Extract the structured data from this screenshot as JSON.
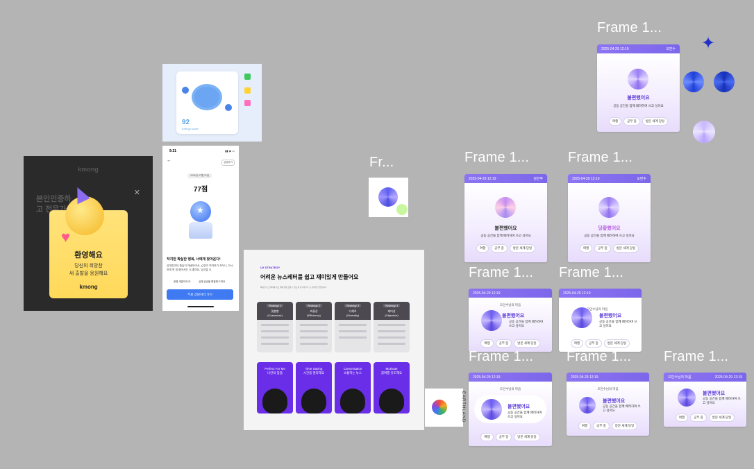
{
  "frames": {
    "top_right": {
      "title": "Frame 1...",
      "date": "2025-04-29  12:19",
      "user": "오민수",
      "mood": "불편했어요",
      "desc": "공동 공간을 함께 배려하며 쓰고 싶어요",
      "chips": [
        "여행",
        "공부 중",
        "방문 세계 당일"
      ]
    },
    "r2_left": {
      "title": "Frame 1...",
      "date": "2025-04-29  12:19",
      "user": "김민주",
      "mood": "불편했어요",
      "desc": "공동 공간을 함께 배려하며 쓰고 싶어요",
      "chips": [
        "여행",
        "공부 중",
        "방문 세계 당일"
      ]
    },
    "r2_right": {
      "title": "Frame 1...",
      "date": "2025-04-29  12:19",
      "user": "오민수",
      "mood": "당황했어요",
      "desc": "공동 공간을 함께 배려하며 쓰고 싶어요",
      "chips": [
        "여행",
        "공부 중",
        "방문 세계 당일"
      ]
    },
    "r3_left": {
      "title": "Frame 1...",
      "date": "2025-04-29  12:19",
      "subtitle": "오민수님의 마음",
      "mood": "불편했어요",
      "desc": "공동 공간을 함께 배려하며 쓰고 싶어요",
      "chips": [
        "여행",
        "공부 중",
        "방문 세계 당일"
      ]
    },
    "r3_right": {
      "title": "Frame 1...",
      "date": "2025-04-29  12:19",
      "subtitle": "오민수님의 마음",
      "mood": "불편했어요",
      "desc": "공동 공간을 함께 배려하며 쓰고 싶어요",
      "chips": [
        "여행",
        "공부 중",
        "방문 세계 당일"
      ]
    },
    "r4_a": {
      "title": "Frame 1...",
      "date": "2025-04-29  12:19",
      "subtitle": "오민수님의 마음",
      "mood": "불편했어요",
      "desc": "공동 공간을 함께 배려하며 쓰고 싶어요",
      "chips": [
        "여행",
        "공부 중",
        "방문 세계 당일"
      ]
    },
    "r4_b": {
      "title": "Frame 1...",
      "date": "2025-04-29  12:19",
      "subtitle": "오민수님의 마음",
      "mood": "불편했어요",
      "desc": "공동 공간을 함께 배려하며 쓰고 싶어요",
      "chips": [
        "여행",
        "공부 중",
        "방문 세계 당일"
      ]
    },
    "r4_c": {
      "title": "Frame 1...",
      "date": "2025-04-29  12:19",
      "user": "오민수님의 마음",
      "mood": "불편했어요",
      "desc": "공동 공간을 함께 배려하며 쓰고 싶어요",
      "chips": [
        "여행",
        "공부 중",
        "방문 세계 당일"
      ]
    },
    "small": {
      "title": "Fr..."
    }
  },
  "kmong": {
    "brand": "kmong",
    "bg_title": "본인인증하고 전문가를",
    "welcome": "환영해요",
    "line1": "당신의 희망찬",
    "line2": "새 출발을 응원해요",
    "logo": "kmong"
  },
  "energy": {
    "score": "92",
    "label": "Energy score"
  },
  "mobile": {
    "time": "9:21",
    "share": "공유하기",
    "date": "2025년 07월 21일",
    "score": "77점",
    "headline": "작지만 확실한 행복, 너에게 찾아온다!",
    "body": "상대방과의 충돌이 해결되어서, 감정이 역력하기 쉬우니, 자극하게 된 일 들어서는 더 좋아요, 당신을 조",
    "link1": "운명 색깔이야 어",
    "link2": "실제 궁금을 해결해 드려요",
    "cta": "무료 상담하러 가기"
  },
  "ux": {
    "tag": "UX STRATEGY",
    "title": "어려운 뉴스레터를 쉽고 재미있게 만들어요",
    "desc": "복잡한 뉴스레터를 쉽고 재미있게 소통 수 있도록 함 지원 다. 뉴 관객을 진입합니다.",
    "strategies": [
      {
        "tag": "Strategy 1",
        "name": "맞춤형",
        "en": "(Customize)"
      },
      {
        "tag": "Strategy 2",
        "name": "효율성",
        "en": "(Efficiency)"
      },
      {
        "tag": "Strategy 3",
        "name": "다채로",
        "en": "(Diversity)"
      },
      {
        "tag": "Strategy 4",
        "name": "재미성",
        "en": "(Objective)"
      }
    ],
    "personas": [
      {
        "name": "Perfect For Me",
        "sub": "나만의 맞춤"
      },
      {
        "name": "Time Saving",
        "sub": "시간을 절약해요"
      },
      {
        "name": "Conversation",
        "sub": "소통하는 뉴스"
      },
      {
        "name": "Motivate",
        "sub": "참여를 유도해요"
      }
    ]
  },
  "earthland": {
    "text": "EARTHLAND"
  },
  "colors": {
    "canvas": "#b4b4b4",
    "accent": "#7c66ea",
    "persona": "#6a2ee8"
  }
}
